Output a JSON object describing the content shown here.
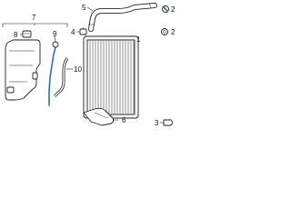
{
  "callouts": {
    "c1": "1",
    "c2": "2",
    "c3": "3",
    "c4": "4",
    "c5": "5",
    "c6": "6",
    "c7": "7",
    "c8": "8",
    "c9": "9",
    "c10": "10"
  },
  "colors": {
    "line": "#222222",
    "highlight": "#2f6fb0",
    "background": "#ffffff"
  }
}
